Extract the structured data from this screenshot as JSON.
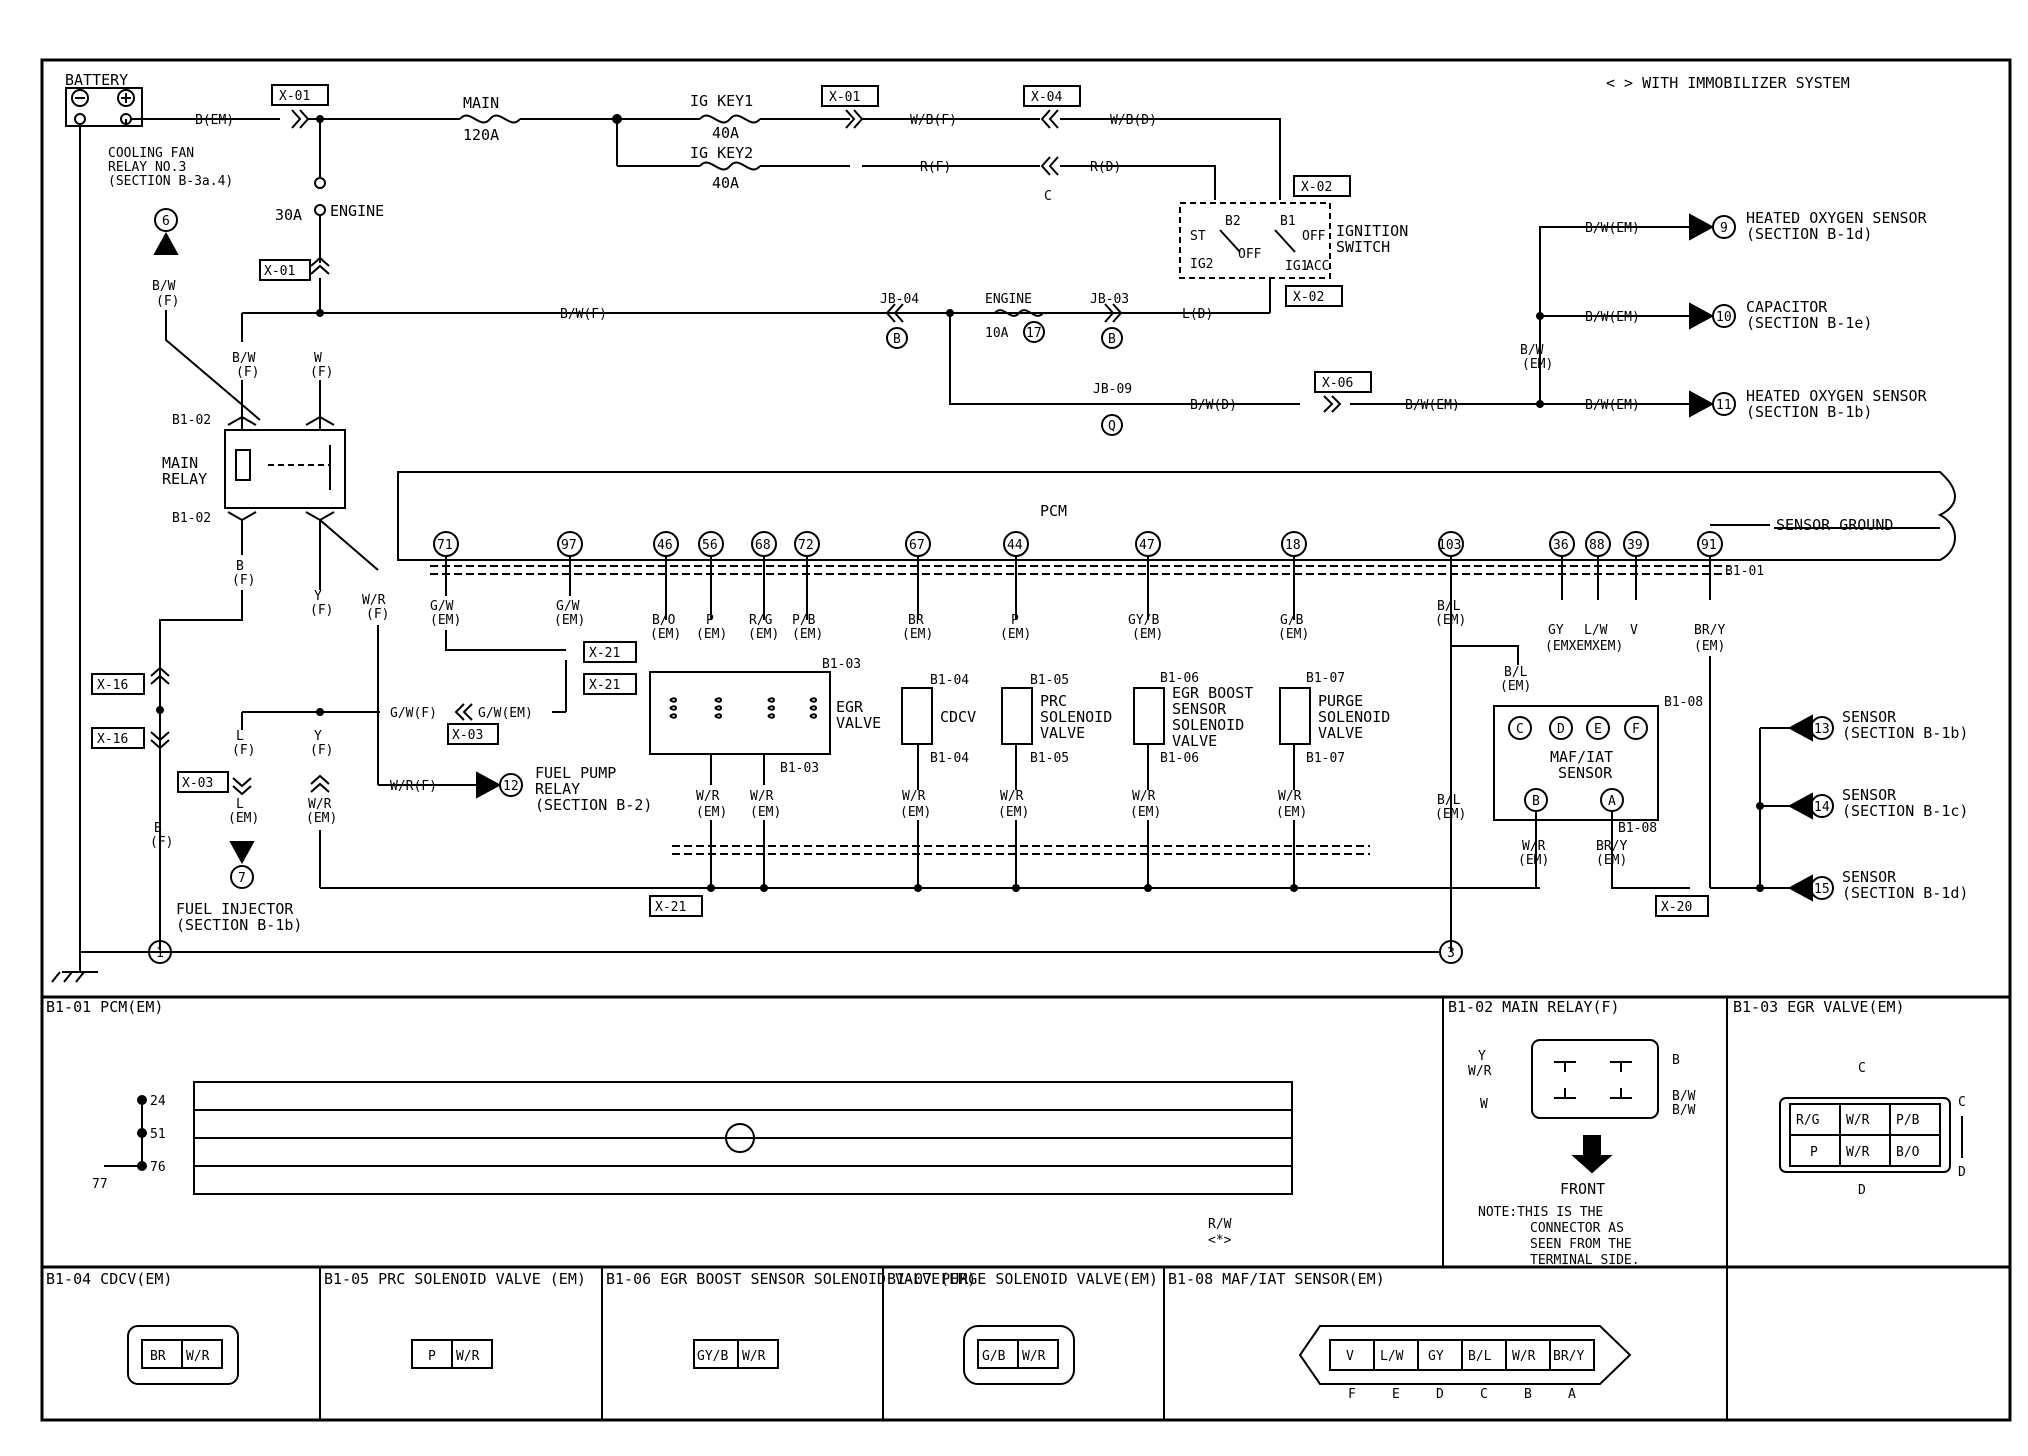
{
  "note": "< > WITH IMMOBILIZER SYSTEM",
  "top": {
    "battery": "BATTERY",
    "main_fuse": {
      "name": "MAIN",
      "rating": "120A"
    },
    "ig_key1": {
      "name": "IG KEY1",
      "rating": "40A"
    },
    "ig_key2": {
      "name": "IG KEY2",
      "rating": "40A"
    },
    "engine_fuse": {
      "name": "ENGINE",
      "rating": "30A"
    },
    "engine_fuse2": {
      "name": "ENGINE",
      "rating": "10A",
      "num": "17"
    },
    "ignition_switch": "IGNITION SWITCH",
    "cooling_fan": "COOLING FAN RELAY NO.3 (SECTION B-3a.4)",
    "main_relay": "MAIN RELAY",
    "pcm": "PCM",
    "sensor_ground": "SENSOR GROUND",
    "fuel_pump_relay": "FUEL PUMP RELAY (SECTION B-2)",
    "fuel_injector": "FUEL INJECTOR (SECTION B-1b)"
  },
  "connectors": [
    "X-01",
    "X-04",
    "X-02",
    "X-06",
    "X-16",
    "X-03",
    "X-21",
    "X-20"
  ],
  "junctions": {
    "jb04": "JB-04",
    "jb03": "JB-03",
    "jb09": "JB-09"
  },
  "offpage": [
    {
      "num": "9",
      "label": "HEATED OXYGEN SENSOR",
      "sec": "(SECTION B-1d)"
    },
    {
      "num": "10",
      "label": "CAPACITOR",
      "sec": "(SECTION B-1e)"
    },
    {
      "num": "11",
      "label": "HEATED OXYGEN SENSOR",
      "sec": "(SECTION B-1b)"
    },
    {
      "num": "13",
      "label": "SENSOR",
      "sec": "(SECTION B-1b)"
    },
    {
      "num": "14",
      "label": "SENSOR",
      "sec": "(SECTION B-1c)"
    },
    {
      "num": "15",
      "label": "SENSOR",
      "sec": "(SECTION B-1d)"
    }
  ],
  "pcm_pins": [
    "71",
    "97",
    "46",
    "56",
    "68",
    "72",
    "67",
    "44",
    "47",
    "18",
    "103",
    "36",
    "88",
    "39",
    "91"
  ],
  "components": {
    "egr": "EGR VALVE",
    "cdcv": "CDCV",
    "prc": "PRC SOLENOID VALVE",
    "egr_boost": "EGR BOOST SENSOR SOLENOID VALVE",
    "purge": "PURGE SOLENOID VALVE",
    "maf": "MAF/IAT SENSOR"
  },
  "panels": {
    "b101": "B1-01 PCM(EM)",
    "b102": "B1-02 MAIN RELAY(F)",
    "b103": "B1-03 EGR VALVE(EM)",
    "b104": "B1-04 CDCV(EM)",
    "b105": "B1-05 PRC SOLENOID VALVE (EM)",
    "b106": "B1-06 EGR BOOST SENSOR SOLENOID VALVE(EM)",
    "b107": "B1-07 PURGE SOLENOID VALVE(EM)",
    "b108": "B1-08 MAF/IAT SENSOR(EM)",
    "front": "FRONT",
    "relay_note": "NOTE:THIS IS THE CONNECTOR AS SEEN FROM THE TERMINAL SIDE."
  },
  "pins_104": [
    "BR",
    "W/R"
  ],
  "pins_105": [
    "P",
    "W/R"
  ],
  "pins_106": [
    "GY/B",
    "W/R"
  ],
  "pins_107": [
    "G/B",
    "W/R"
  ],
  "pins_108": [
    "V",
    "L/W",
    "GY",
    "B/L",
    "W/R",
    "BR/Y"
  ],
  "pins_108_letters": [
    "F",
    "E",
    "D",
    "C",
    "B",
    "A"
  ],
  "pins_103": [
    "R/G",
    "W/R",
    "P/B",
    "P",
    "W/R",
    "B/O"
  ]
}
